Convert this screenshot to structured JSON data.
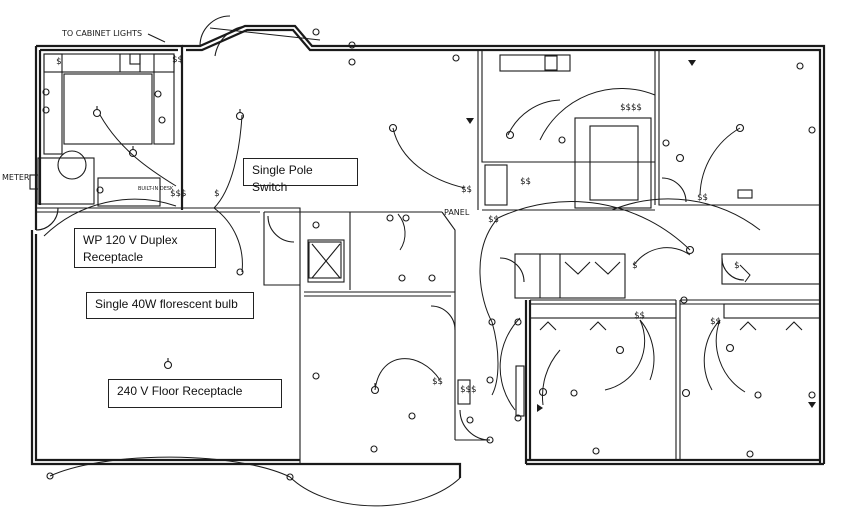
{
  "callouts": {
    "single_pole_switch": "Single Pole Switch",
    "wp_receptacle": "WP 120 V Duplex Receptacle",
    "florescent_bulb": "Single 40W florescent bulb",
    "floor_receptacle": "240 V Floor Receptacle"
  },
  "handwritten": {
    "cabinet_lights": "TO CABINET LIGHTS",
    "meter": "METER",
    "panel": "PANEL",
    "built_in_desk": "BUILT-IN DESK"
  },
  "symbols": {
    "single_switch": "$",
    "double_switch": "$$",
    "triple_switch": "$$$",
    "quad_switch": "$$$$"
  }
}
